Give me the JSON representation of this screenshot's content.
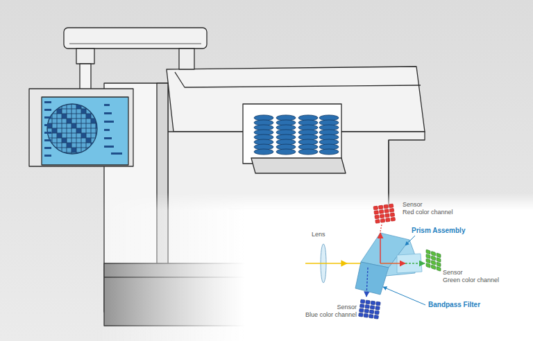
{
  "diagram": {
    "labels": [
      "Sensor",
      "Red color channel",
      "Prism Assembly",
      "Lens",
      "Sensor",
      "Green color channel",
      "Sensor",
      "Blue color channel",
      "Bandpass Filter"
    ]
  }
}
